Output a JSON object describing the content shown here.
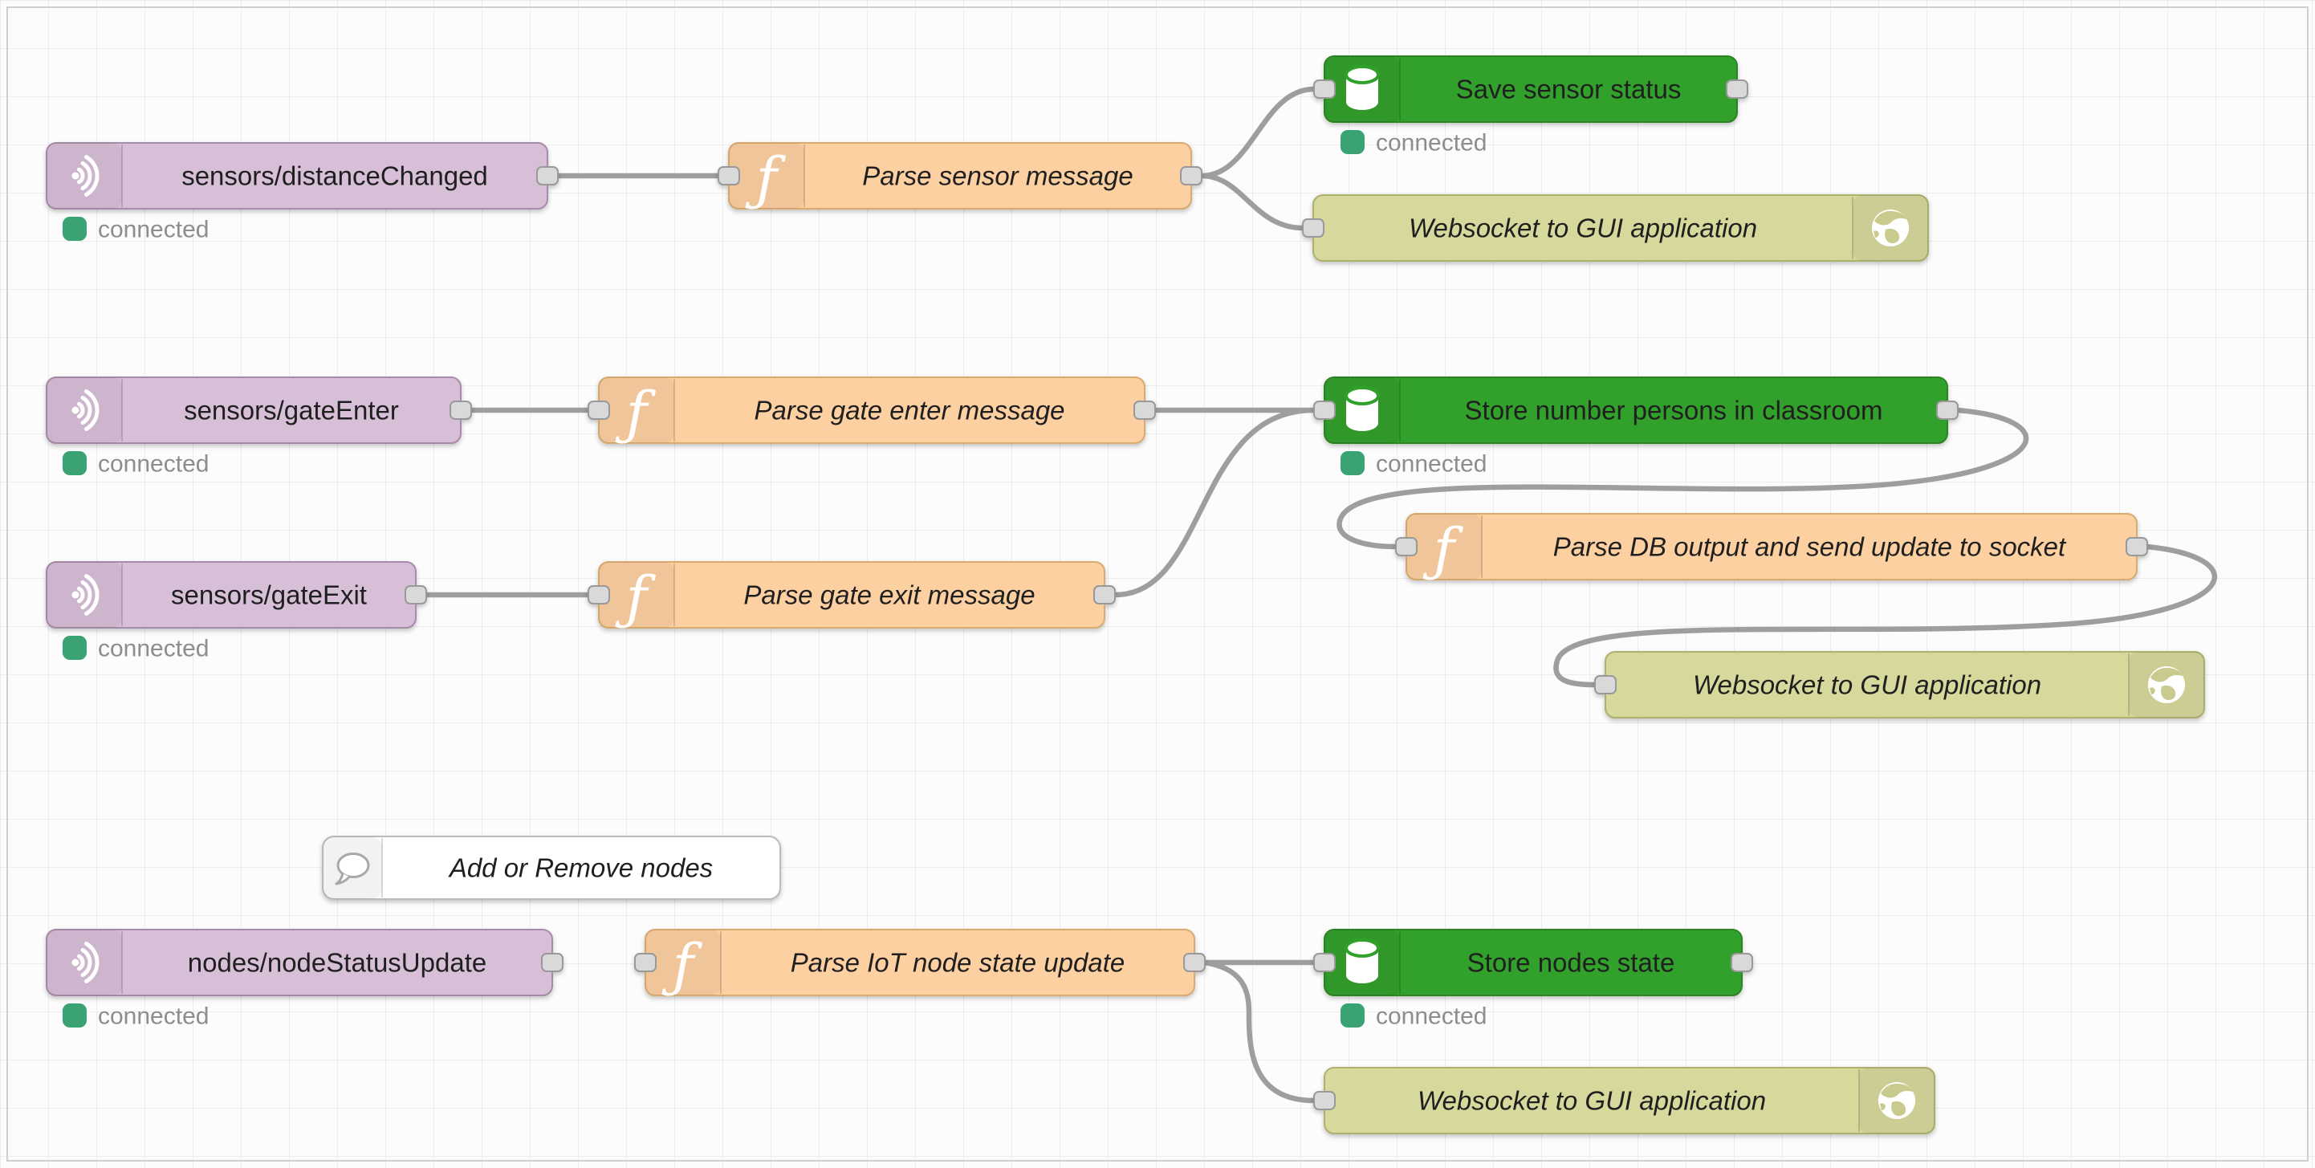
{
  "app": "node-red-flow-editor",
  "status_colors": {
    "connected_dot": "#3aa273",
    "status_text": "#8d8d8d"
  },
  "palette": {
    "mqtt_in_fill": "#d8bfd8",
    "mqtt_in_border": "#a88ba8",
    "function_fill": "#fdd0a2",
    "function_border": "#d9ab6f",
    "database_fill": "#32a12b",
    "database_border": "#2c8424",
    "websocket_fill": "#d6d89c",
    "websocket_border": "#aeb06e",
    "comment_fill": "#ffffff",
    "comment_border": "#bbbbbb",
    "wire": "#9e9e9e",
    "grid_line": "#e8e8e8",
    "background": "#fcfcfc"
  },
  "flow": {
    "nodes": [
      {
        "type": "mqtt-in",
        "label": "sensors/distanceChanged",
        "status": "connected"
      },
      {
        "type": "function",
        "label": "Parse sensor message"
      },
      {
        "type": "database",
        "label": "Save sensor status",
        "status": "connected"
      },
      {
        "type": "websocket-out",
        "label": "Websocket to GUI application"
      },
      {
        "type": "mqtt-in",
        "label": "sensors/gateEnter",
        "status": "connected"
      },
      {
        "type": "function",
        "label": "Parse gate enter message"
      },
      {
        "type": "database",
        "label": "Store number persons in classroom",
        "status": "connected"
      },
      {
        "type": "mqtt-in",
        "label": "sensors/gateExit",
        "status": "connected"
      },
      {
        "type": "function",
        "label": "Parse gate exit message"
      },
      {
        "type": "function",
        "label": "Parse DB output and send update to socket"
      },
      {
        "type": "websocket-out",
        "label": "Websocket to GUI application"
      },
      {
        "type": "comment",
        "label": "Add or Remove nodes"
      },
      {
        "type": "mqtt-in",
        "label": "nodes/nodeStatusUpdate",
        "status": "connected"
      },
      {
        "type": "function",
        "label": "Parse IoT node state update"
      },
      {
        "type": "database",
        "label": "Store nodes state",
        "status": "connected"
      },
      {
        "type": "websocket-out",
        "label": "Websocket to GUI application"
      }
    ]
  }
}
